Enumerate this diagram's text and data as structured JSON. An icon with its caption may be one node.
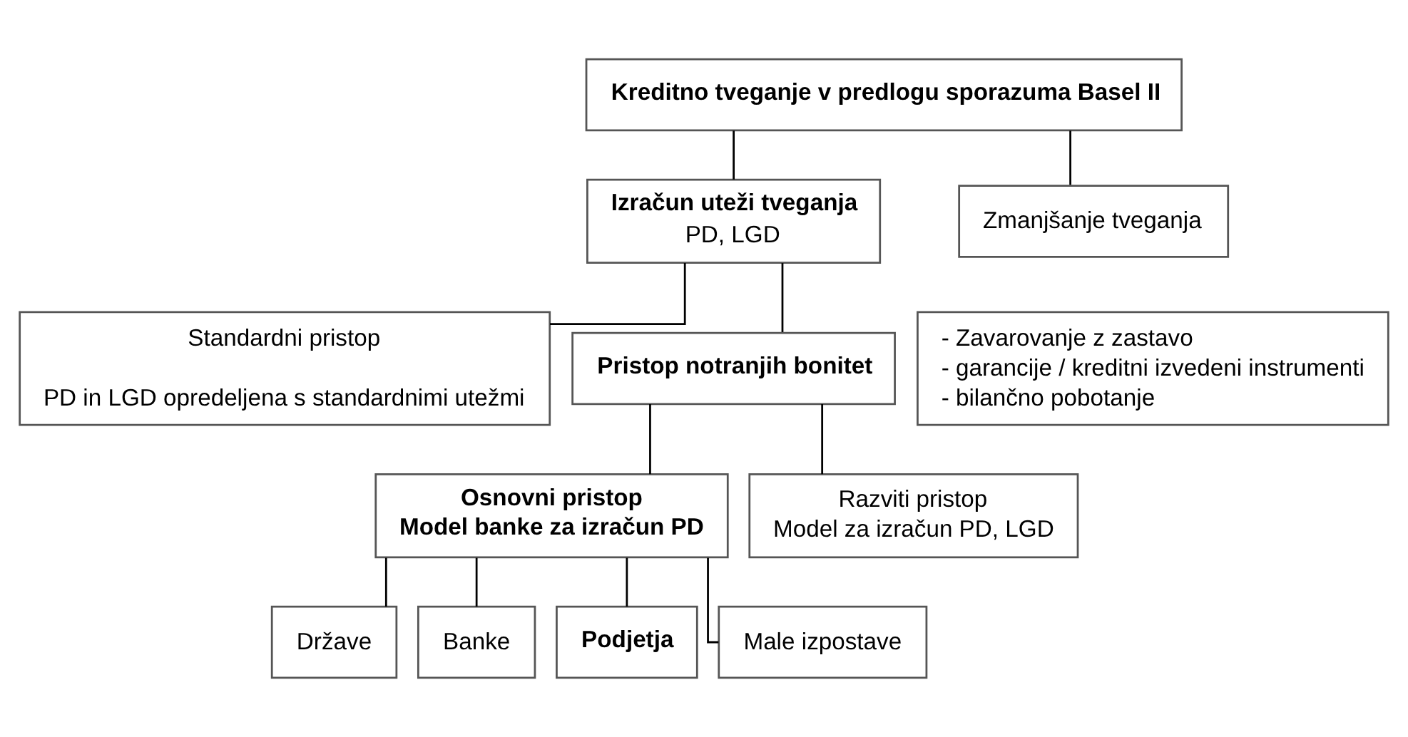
{
  "diagram": {
    "nodes": [
      {
        "text": [
          "Kreditno tveganje v predlogu sporazuma Basel II"
        ]
      },
      {
        "text": [
          "Izračun uteži tveganja",
          "PD, LGD"
        ]
      },
      {
        "text": [
          "Zmanjšanje tveganja"
        ]
      },
      {
        "text": [
          "Standardni pristop",
          "PD in LGD opredeljena s standardnimi utežmi"
        ]
      },
      {
        "text": [
          "Pristop notranjih bonitet"
        ]
      },
      {
        "text": [
          "- Zavarovanje z zastavo",
          "- garancije / kreditni izvedeni instrumenti",
          "- bilančno pobotanje"
        ]
      },
      {
        "text": [
          "Osnovni pristop",
          "Model banke za izračun PD"
        ]
      },
      {
        "text": [
          "Razviti pristop",
          "Model za izračun PD, LGD"
        ]
      },
      {
        "text": [
          "Države"
        ]
      },
      {
        "text": [
          "Banke"
        ]
      },
      {
        "text": [
          "Podjetja"
        ]
      },
      {
        "text": [
          "Male izpostave"
        ]
      }
    ],
    "edges": [
      {
        "from": 0,
        "to": 1,
        "arrow": "none"
      },
      {
        "from": 0,
        "to": 2,
        "arrow": "none"
      },
      {
        "from": 1,
        "to": 3,
        "arrow": "none"
      },
      {
        "from": 1,
        "to": 4,
        "arrow": "none"
      },
      {
        "from": 4,
        "to": 6,
        "arrow": "none"
      },
      {
        "from": 4,
        "to": 7,
        "arrow": "none"
      },
      {
        "from": 6,
        "to": 8,
        "arrow": "none"
      },
      {
        "from": 6,
        "to": 9,
        "arrow": "none"
      },
      {
        "from": 6,
        "to": 10,
        "arrow": "none"
      },
      {
        "from": 6,
        "to": 11,
        "arrow": "none"
      }
    ]
  }
}
